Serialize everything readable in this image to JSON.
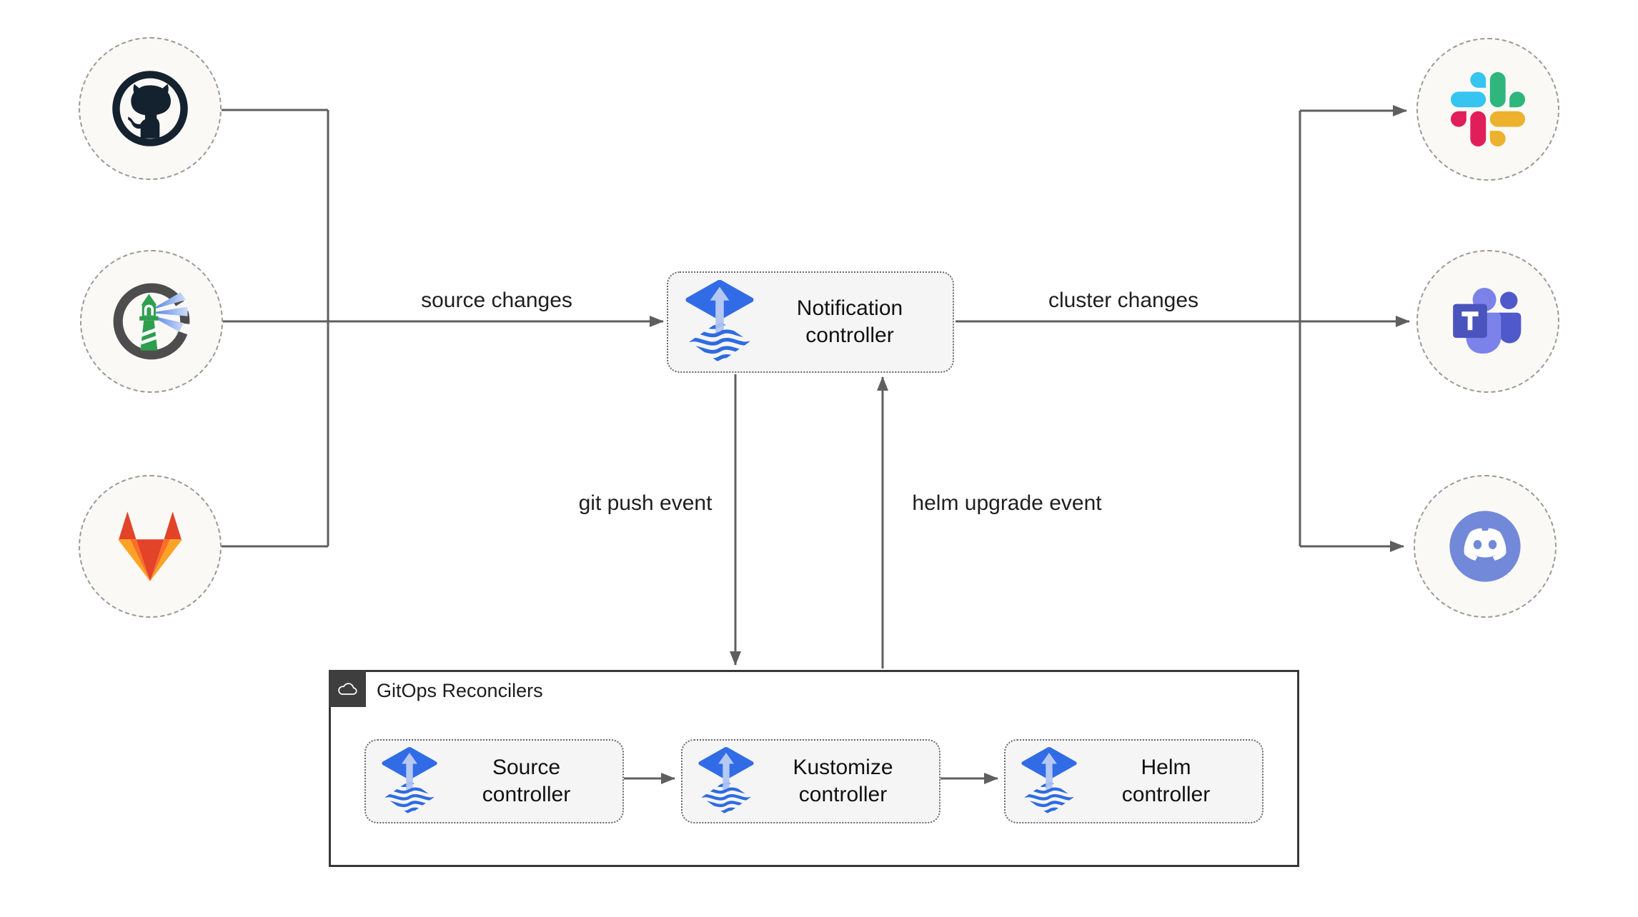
{
  "sources": [
    {
      "icon": "github-icon"
    },
    {
      "icon": "harbor-icon"
    },
    {
      "icon": "gitlab-icon"
    }
  ],
  "targets": [
    {
      "icon": "slack-icon"
    },
    {
      "icon": "ms-teams-icon"
    },
    {
      "icon": "discord-icon"
    }
  ],
  "nodes": {
    "notification": {
      "label": "Notification controller",
      "icon": "flux-icon"
    },
    "source": {
      "label": "Source controller",
      "icon": "flux-icon"
    },
    "kustomize": {
      "label": "Kustomize controller",
      "icon": "flux-icon"
    },
    "helm": {
      "label": "Helm controller",
      "icon": "flux-icon"
    }
  },
  "edges": {
    "source_changes": "source changes",
    "cluster_changes": "cluster changes",
    "git_push_event": "git push event",
    "helm_upgrade_event": "helm upgrade event"
  },
  "container": {
    "title": "GitOps Reconcilers",
    "icon": "cloud-icon"
  },
  "colors": {
    "flux_blue": "#316CE6",
    "line_gray": "#5f5f5f",
    "box_fill": "#F5F5F5",
    "circle_fill": "#FAF9F5",
    "container_border": "#383838",
    "slack": [
      "#36C5F0",
      "#2EB67D",
      "#ECB22E",
      "#E01E5A"
    ],
    "gitlab": [
      "#E24329",
      "#FC6D26",
      "#FCA326"
    ],
    "teams": [
      "#4B53BC",
      "#7B83EB",
      "#5059C9"
    ],
    "discord": "#7289DA",
    "github_dark": "#14212F",
    "harbor_green": "#2F9E4F"
  }
}
